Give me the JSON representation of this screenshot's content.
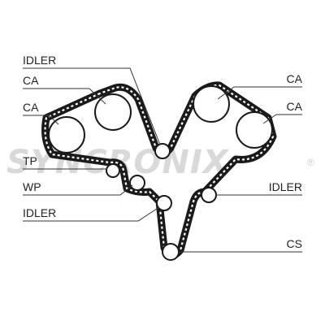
{
  "labels": {
    "idler_top": "IDLER",
    "ca_left_upper": "CA",
    "ca_left_lower": "CA",
    "tp": "TP",
    "wp": "WP",
    "idler_left_lower": "IDLER",
    "ca_right_upper": "CA",
    "ca_right_lower": "CA",
    "idler_right": "IDLER",
    "cs": "CS"
  },
  "watermark": {
    "text": "SYNCRONIX",
    "registered": "®"
  },
  "colors": {
    "belt": "#1a1a1a",
    "text": "#222222",
    "watermark": "#d9d9d9"
  }
}
